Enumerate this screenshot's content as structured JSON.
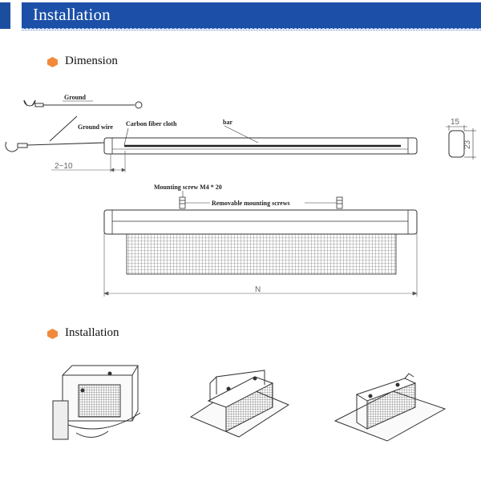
{
  "header": {
    "title": "Installation",
    "accent_color": "#1c50a8"
  },
  "sections": {
    "dimension": {
      "title": "Dimension",
      "bullet_color": "#f08a3a"
    },
    "installation": {
      "title": "Installation",
      "bullet_color": "#f08a3a"
    }
  },
  "diagram_labels": {
    "ground": "Ground",
    "ground_wire": "Ground wire",
    "carbon_fiber_cloth": "Carbon fiber cloth",
    "bar": "bar",
    "offset": "2~10",
    "width": "15",
    "height": "23",
    "mounting_screw": "Mounting screw M4 * 20",
    "removable_screws": "Removable mounting screws",
    "length": "N"
  },
  "install_views": [
    {
      "icon": "wall-mount-installation-icon"
    },
    {
      "icon": "bracket-mount-installation-icon"
    },
    {
      "icon": "surface-mount-installation-icon"
    }
  ]
}
